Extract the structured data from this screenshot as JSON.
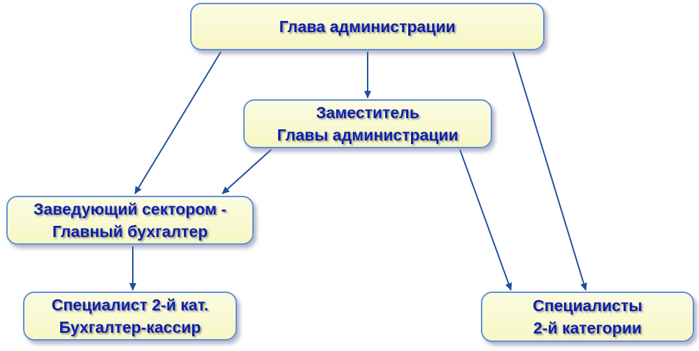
{
  "nodes": {
    "head": {
      "line1": "Глава администрации"
    },
    "deputy": {
      "line1": "Заместитель",
      "line2": "Главы администрации"
    },
    "chief": {
      "line1": "Заведующий сектором -",
      "line2": "Главный бухгалтер"
    },
    "spec": {
      "line1": "Специалист 2-й кат.",
      "line2": "Бухгалтер-кассир"
    },
    "specs": {
      "line1": "Специалисты",
      "line2": "2-й категории"
    }
  },
  "edges": [
    {
      "from": "head",
      "to": "deputy"
    },
    {
      "from": "head",
      "to": "chief"
    },
    {
      "from": "head",
      "to": "specs"
    },
    {
      "from": "deputy",
      "to": "chief"
    },
    {
      "from": "deputy",
      "to": "specs"
    },
    {
      "from": "chief",
      "to": "spec"
    }
  ],
  "colors": {
    "text": "#0d1fa8",
    "box_fill": "#f7f7c4",
    "box_border": "#5d8fd8",
    "arrow": "#1f4f9c"
  }
}
